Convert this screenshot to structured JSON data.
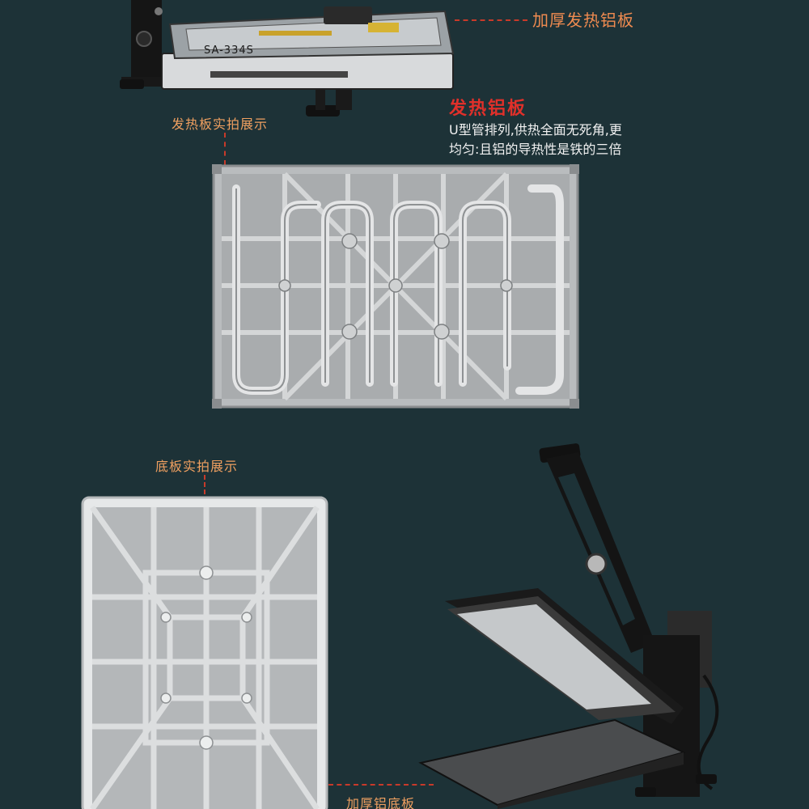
{
  "callouts": {
    "top_right": "加厚发热铝板",
    "heat_plate_photo": "发热板实拍展示",
    "base_plate_photo": "底板实拍展示",
    "bottom_right": "加厚铝底板"
  },
  "feature": {
    "title": "发热铝板",
    "desc_line1": "U型管排列,供热全面无死角,更",
    "desc_line2": "均匀:且铝的导热性是铁的三倍"
  },
  "machine": {
    "model": "SA-334S"
  },
  "colors": {
    "background": "#1d3237",
    "accent_orange": "#f0a060",
    "accent_red": "#e0302a",
    "dash_red": "#c83a2a"
  }
}
